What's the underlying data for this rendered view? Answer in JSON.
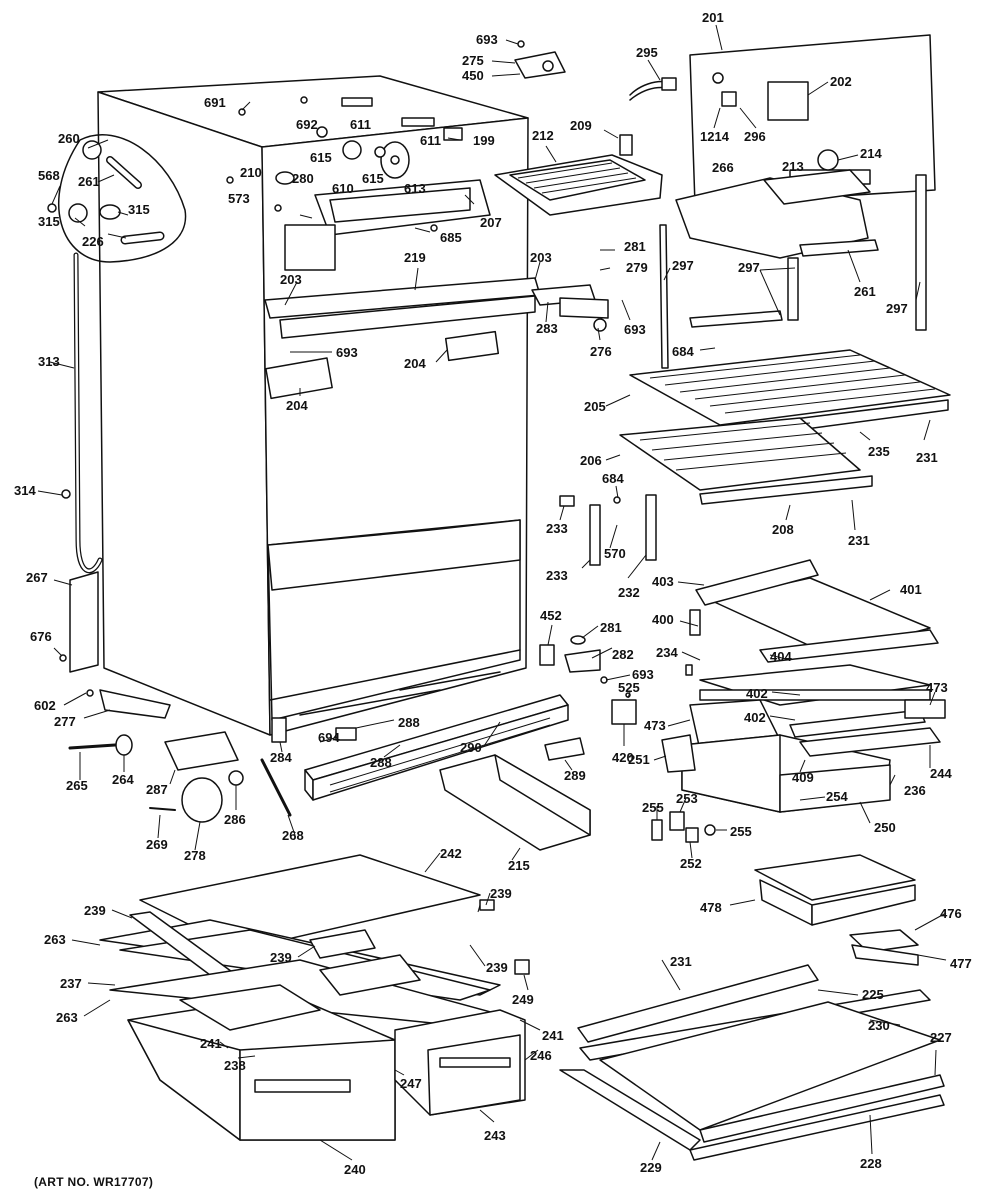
{
  "art_number": "(ART NO. WR17707)",
  "callouts": [
    "693",
    "275",
    "450",
    "295",
    "201",
    "202",
    "214",
    "296",
    "213",
    "1214",
    "691",
    "692",
    "611",
    "615",
    "611",
    "199",
    "209",
    "212",
    "260",
    "261",
    "568",
    "315",
    "315",
    "226",
    "210",
    "280",
    "573",
    "610",
    "615",
    "613",
    "207",
    "685",
    "266",
    "214",
    "281",
    "279",
    "203",
    "219",
    "203",
    "297",
    "297",
    "261",
    "297",
    "693",
    "283",
    "276",
    "684",
    "693",
    "204",
    "204",
    "313",
    "205",
    "235",
    "231",
    "206",
    "208",
    "231",
    "684",
    "233",
    "570",
    "233",
    "232",
    "314",
    "403",
    "401",
    "267",
    "452",
    "281",
    "282",
    "676",
    "693",
    "400",
    "234",
    "404",
    "525",
    "402",
    "473",
    "402",
    "473",
    "602",
    "277",
    "288",
    "694",
    "290",
    "420",
    "251",
    "244",
    "409",
    "236",
    "254",
    "284",
    "265",
    "264",
    "287",
    "288",
    "289",
    "250",
    "286",
    "269",
    "278",
    "268",
    "255",
    "253",
    "255",
    "252",
    "242",
    "215",
    "239",
    "478",
    "476",
    "477",
    "263",
    "239",
    "239",
    "239",
    "237",
    "249",
    "231",
    "225",
    "263",
    "230",
    "241",
    "227",
    "246",
    "241",
    "238",
    "247",
    "229",
    "228",
    "243",
    "240"
  ]
}
